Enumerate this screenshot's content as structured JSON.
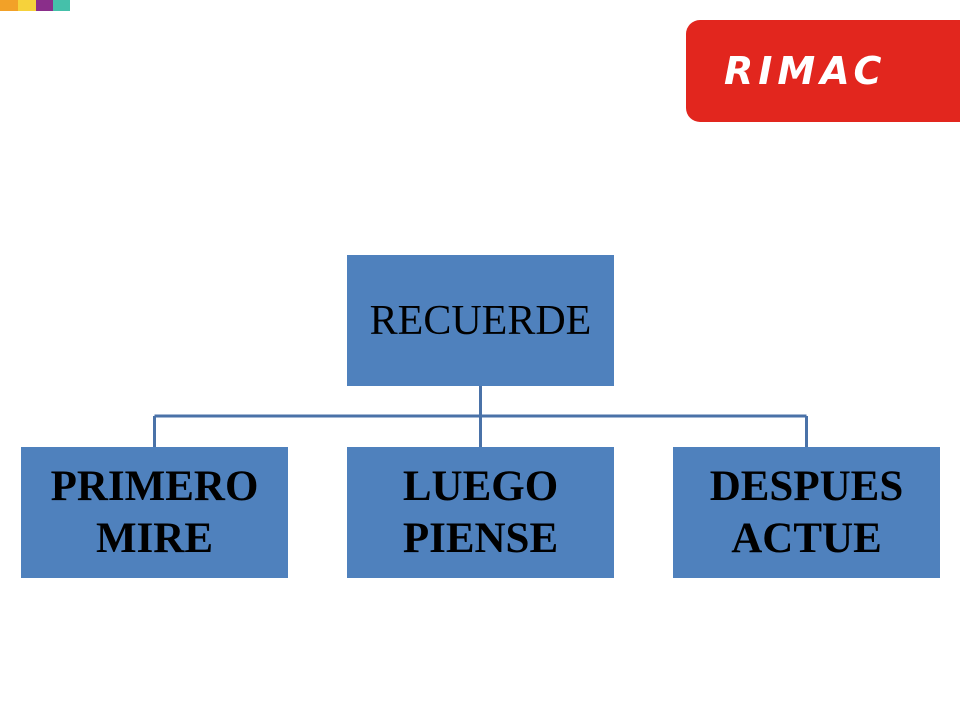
{
  "theme": {
    "box_color": "#4f81bd",
    "connector_color": "#4a72a8",
    "logo_color": "#e2261e",
    "strip_colors": [
      "#f2a128",
      "#f6d23b",
      "#8a2e8a",
      "#45c0aa"
    ]
  },
  "logo": {
    "text": "RIMAC"
  },
  "diagram": {
    "root": {
      "label": "RECUERDE"
    },
    "children": [
      {
        "line1": "PRIMERO",
        "line2": "MIRE"
      },
      {
        "line1": "LUEGO",
        "line2": "PIENSE"
      },
      {
        "line1": "DESPUES",
        "line2": "ACTUE"
      }
    ]
  }
}
